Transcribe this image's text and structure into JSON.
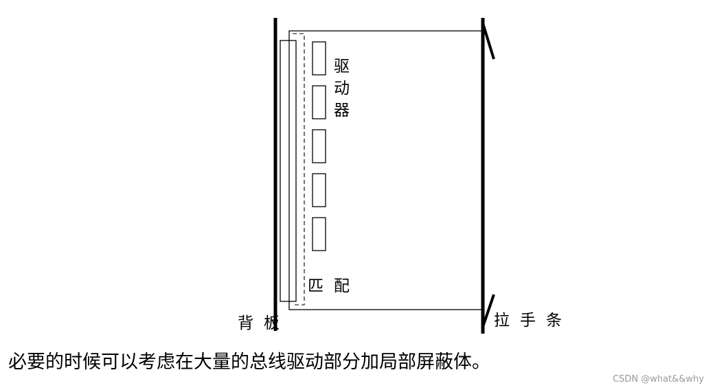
{
  "diagram": {
    "driver_label": [
      "驱",
      "动",
      "器"
    ],
    "match_label": [
      "匹",
      "配"
    ],
    "backplane_label": [
      "背",
      "板"
    ],
    "handle_label": [
      "拉",
      "手",
      "条"
    ],
    "driver_chip_count": 5
  },
  "caption": "必要的时候可以考虑在大量的总线驱动部分加局部屏蔽体。",
  "watermark": "CSDN @what&&why",
  "colors": {
    "stroke": "#000000",
    "watermark": "#999999"
  }
}
